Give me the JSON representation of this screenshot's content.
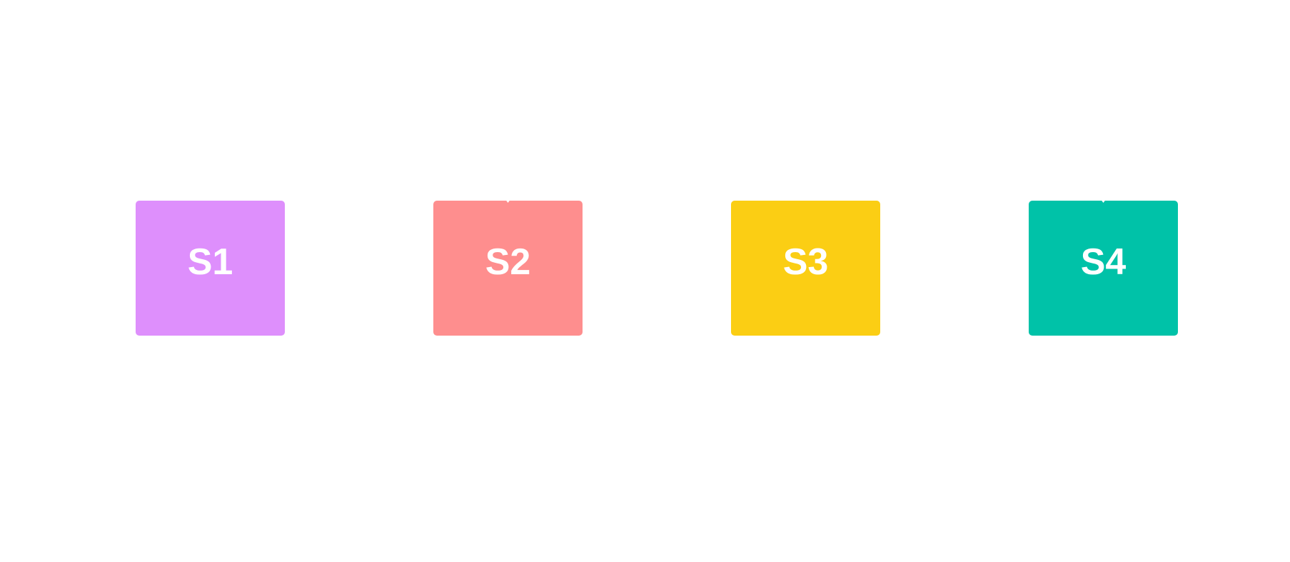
{
  "boxes": [
    {
      "label": "S1",
      "color": "#DE8FFC"
    },
    {
      "label": "S2",
      "color": "#FE8E8E"
    },
    {
      "label": "S3",
      "color": "#FBCE14"
    },
    {
      "label": "S4",
      "color": "#00C2A8"
    }
  ]
}
